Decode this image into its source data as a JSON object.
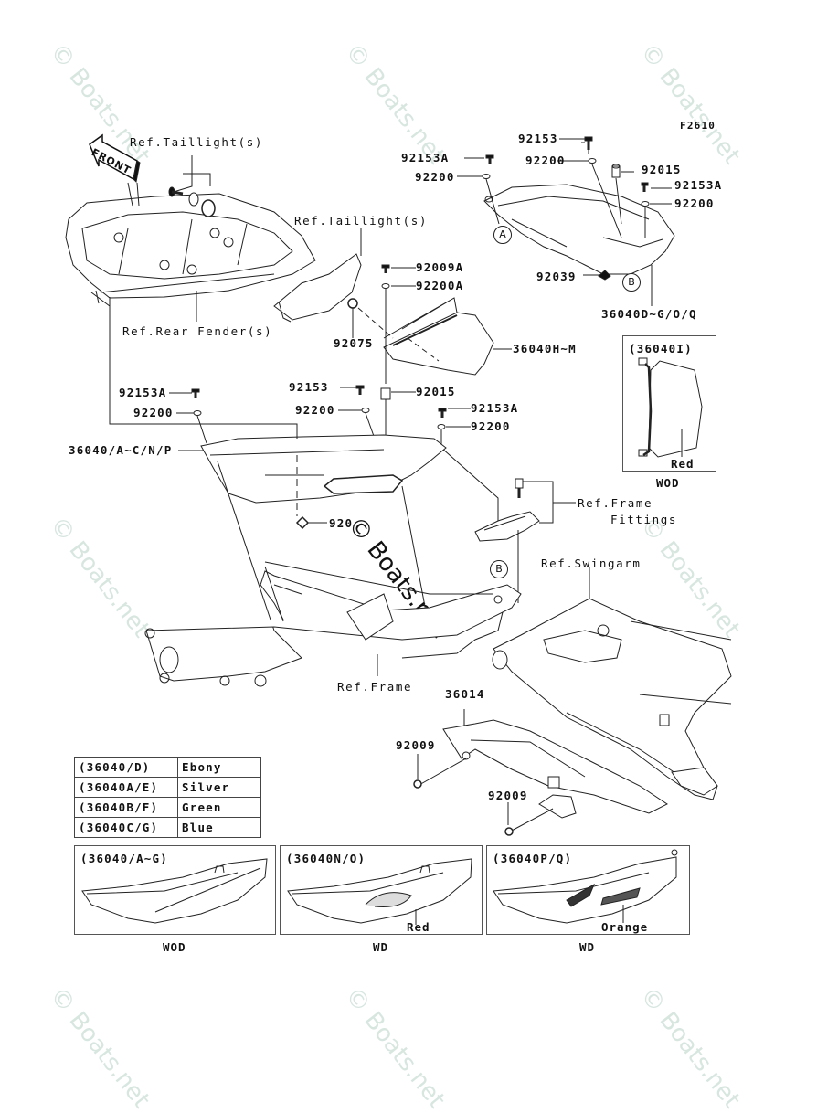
{
  "diagram": {
    "figure_code": "F2610",
    "watermark_text": "© Boats.net",
    "direction_arrow": "FRONT",
    "reference_labels": {
      "taillight_top": "Ref.Taillight(s)",
      "taillight_mid": "Ref.Taillight(s)",
      "rear_fender": "Ref.Rear Fender(s)",
      "frame_fittings_line1": "Ref.Frame",
      "frame_fittings_line2": "Fittings",
      "swingarm": "Ref.Swingarm",
      "frame": "Ref.Frame"
    },
    "callouts": {
      "a": "A",
      "b_upper": "B",
      "b_lower": "B"
    },
    "part_labels": {
      "p92153_top": "92153",
      "p92153A_top": "92153A",
      "p92200_top_left": "92200",
      "p92200_top_mid": "92200",
      "p92015_top": "92015",
      "p92153A_top_right": "92153A",
      "p92200_top_right": "92200",
      "p92039": "92039",
      "p36040DGOQ": "36040D~G/O/Q",
      "p92009A": "92009A",
      "p92200A": "92200A",
      "p92075": "92075",
      "p36040HM": "36040H~M",
      "p92153A_left": "92153A",
      "p92200_left": "92200",
      "p92153_mid": "92153",
      "p92200_mid": "92200",
      "p92015_mid": "92015",
      "p92153A_right": "92153A",
      "p92200_right": "92200",
      "p36040ACNP": "36040/A~C/N/P",
      "p92039_lower": "920",
      "p36014": "36014",
      "p92009_left": "92009",
      "p92009_right": "92009"
    },
    "inset_36040I": {
      "caption": "(36040I)",
      "color_note": "Red",
      "variant": "WOD"
    },
    "color_table": [
      {
        "part": "(36040/D)",
        "color": "Ebony"
      },
      {
        "part": "(36040A/E)",
        "color": "Silver"
      },
      {
        "part": "(36040B/F)",
        "color": "Green"
      },
      {
        "part": "(36040C/G)",
        "color": "Blue"
      }
    ],
    "variant_panels": [
      {
        "caption": "(36040/A~G)",
        "color_note": "",
        "variant": "WOD"
      },
      {
        "caption": "(36040N/O)",
        "color_note": "Red",
        "variant": "WD"
      },
      {
        "caption": "(36040P/Q)",
        "color_note": "Orange",
        "variant": "WD"
      }
    ]
  }
}
